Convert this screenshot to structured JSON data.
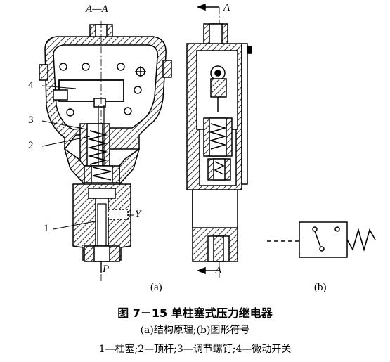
{
  "labels": {
    "section_a_a": "A—A",
    "section_a_top": "A",
    "section_a_bottom": "A",
    "callout_1": "1",
    "callout_2": "2",
    "callout_3": "3",
    "callout_4": "4",
    "port_y": "Y",
    "port_p": "P",
    "sub_a": "(a)",
    "sub_b": "(b)"
  },
  "caption": {
    "title": "图 7－15    单柱塞式压力继电器",
    "subtitle": "(a)结构原理;(b)图形符号",
    "legend": "1—柱塞;2—顶杆;3—调节螺钉;4—微动开关"
  }
}
